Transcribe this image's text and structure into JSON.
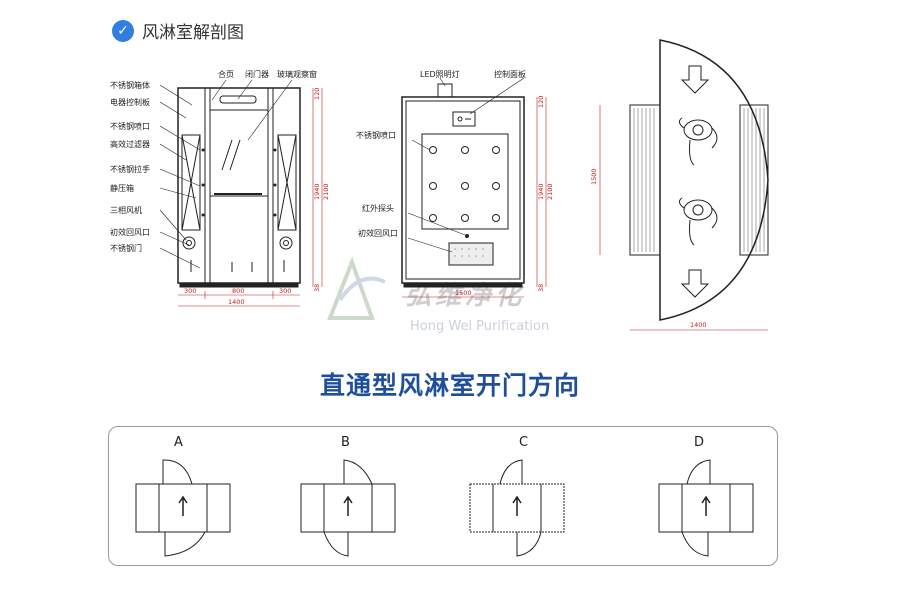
{
  "header": {
    "title": "风淋室解剖图",
    "icon": "check-circle-icon"
  },
  "side_view": {
    "labels": [
      "不锈钢箱体",
      "电器控制板",
      "不锈钢喷口",
      "高效过滤器",
      "不锈钢拉手",
      "静压箱",
      "三相风机",
      "初效回风口",
      "不锈钢门"
    ],
    "top_labels": [
      "合页",
      "闭门器",
      "玻璃观察窗"
    ],
    "dims": {
      "h1": "120",
      "h_mid": "1940",
      "h_total": "2100",
      "h_bottom": "38",
      "w_left": "300",
      "w_mid": "800",
      "w_right": "300",
      "w_total": "1400"
    }
  },
  "front_view": {
    "labels": [
      "LED照明灯",
      "控制面板",
      "不锈钢喷口",
      "红外探头",
      "初效回风口"
    ],
    "dims": {
      "h1": "120",
      "h_mid": "1940",
      "h_total": "2100",
      "h_bottom": "38",
      "w_total": "1500"
    }
  },
  "top_view": {
    "dims": {
      "h": "1500",
      "w": "1400"
    }
  },
  "watermark": {
    "cn": "弘维净化",
    "en": "Hong Wei Purification"
  },
  "door_section": {
    "title": "直通型风淋室开门方向",
    "options": [
      {
        "label": "A"
      },
      {
        "label": "B"
      },
      {
        "label": "C"
      },
      {
        "label": "D"
      }
    ]
  },
  "colors": {
    "accent": "#2f7fe0",
    "title": "#1f4f9a",
    "dimension": "#b22222",
    "line": "#222222"
  }
}
